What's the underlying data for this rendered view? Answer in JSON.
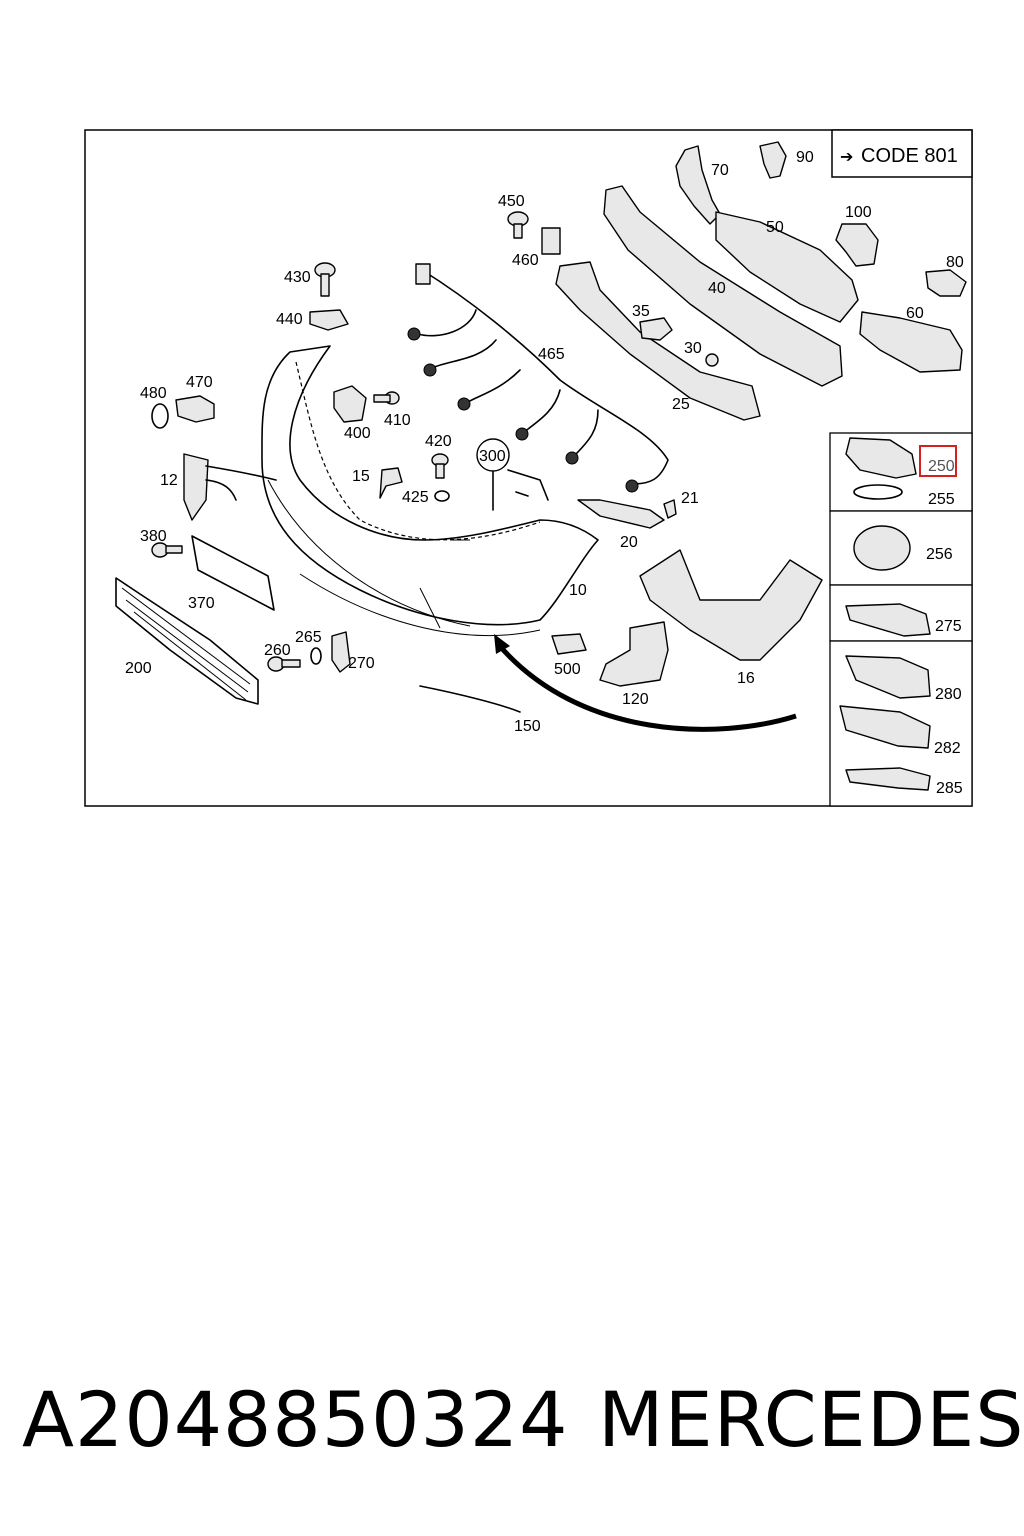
{
  "diagram": {
    "code_box": "CODE 801",
    "highlighted_part": "250",
    "labels": {
      "p10": "10",
      "p12": "12",
      "p15": "15",
      "p16": "16",
      "p20": "20",
      "p21": "21",
      "p25": "25",
      "p30": "30",
      "p35": "35",
      "p40": "40",
      "p50": "50",
      "p60": "60",
      "p70": "70",
      "p80": "80",
      "p90": "90",
      "p100": "100",
      "p120": "120",
      "p150": "150",
      "p200": "200",
      "p250": "250",
      "p255": "255",
      "p256": "256",
      "p260": "260",
      "p265": "265",
      "p270": "270",
      "p275": "275",
      "p280": "280",
      "p282": "282",
      "p285": "285",
      "p300": "300",
      "p370": "370",
      "p380": "380",
      "p400": "400",
      "p410": "410",
      "p420": "420",
      "p425": "425",
      "p430": "430",
      "p440": "440",
      "p450": "450",
      "p460": "460",
      "p465": "465",
      "p470": "470",
      "p480": "480",
      "p500": "500"
    }
  },
  "footer": {
    "part_number": "A2048850324",
    "brand": "MERCEDES"
  }
}
